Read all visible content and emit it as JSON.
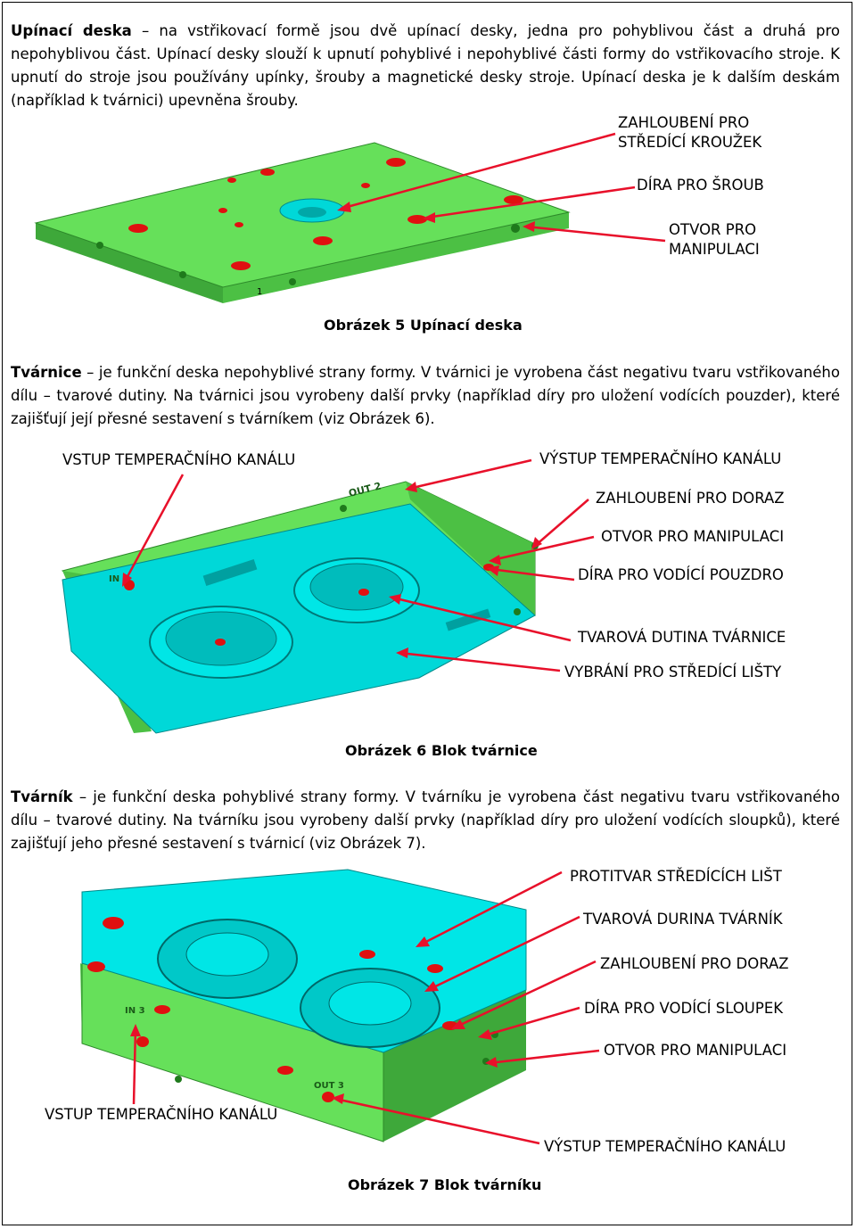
{
  "section1": {
    "term": "Upínací deska",
    "text": " – na vstřikovací formě jsou dvě upínací desky, jedna pro pohyblivou část a druhá pro nepohyblivou část. Upínací desky slouží k upnutí pohyblivé i nepohyblivé části formy do vstřikovacího stroje. K upnutí do stroje jsou používány upínky, šrouby a magnetické desky stroje. Upínací deska je k dalším deskám (například k tvárnici) upevněna šrouby."
  },
  "figure5": {
    "caption": "Obrázek 5 Upínací deska",
    "labels": {
      "recess_line1": "ZAHLOUBENÍ PRO",
      "recess_line2": "STŘEDÍCÍ KROUŽEK",
      "screw_hole": "DÍRA PRO ŠROUB",
      "handling_line1": "OTVOR PRO",
      "handling_line2": "MANIPULACI"
    },
    "part_marks": {
      "number": "1"
    }
  },
  "section2": {
    "term": "Tvárnice",
    "text": " – je funkční deska nepohyblivé strany formy. V tvárnici je vyrobena část negativu tvaru vstřikovaného dílu – tvarové dutiny. Na tvárnici jsou vyrobeny další prvky (například díry pro uložení vodících pouzder), které zajišťují její přesné sestavení s tvárníkem (viz Obrázek 6)."
  },
  "figure6": {
    "caption": "Obrázek 6 Blok tvárnice",
    "labels": {
      "inlet": "VSTUP TEMPERAČNÍHO KANÁLU",
      "outlet": "VÝSTUP TEMPERAČNÍHO KANÁLU",
      "stop_recess": "ZAHLOUBENÍ PRO DORAZ",
      "handling": "OTVOR PRO MANIPULACI",
      "bushing_hole": "DÍRA PRO VODÍCÍ POUZDRO",
      "cavity": "TVAROVÁ DUTINA TVÁRNICE",
      "slot": "VYBRÁNÍ PRO STŘEDÍCÍ LIŠTY"
    },
    "part_marks": {
      "out": "OUT 2",
      "in": "IN 2"
    }
  },
  "section3": {
    "term": "Tvárník",
    "text": " – je funkční deska pohyblivé strany formy. V tvárníku je vyrobena část negativu tvaru vstřikovaného dílu – tvarové dutiny. Na tvárníku jsou vyrobeny další prvky (například díry pro uložení vodících sloupků), které zajišťují jeho přesné sestavení s tvárnicí (viz Obrázek 7)."
  },
  "figure7": {
    "caption": "Obrázek 7 Blok tvárníku",
    "labels": {
      "counter_bars": "PROTITVAR STŘEDÍCÍCH LIŠT",
      "cavity": "TVAROVÁ DURINA TVÁRNÍK",
      "stop_recess": "ZAHLOUBENÍ PRO DORAZ",
      "pillar_hole": "DÍRA PRO VODÍCÍ SLOUPEK",
      "handling": "OTVOR PRO MANIPULACI",
      "inlet": "VSTUP TEMPERAČNÍHO KANÁLU",
      "outlet": "VÝSTUP TEMPERAČNÍHO KANÁLU"
    },
    "part_marks": {
      "in": "IN 3",
      "out": "OUT 3"
    }
  },
  "colors": {
    "plate_green": "#66e05a",
    "plate_dark": "#3ea83a",
    "cyan": "#00e6e6",
    "cyan_dark": "#00b0b0",
    "hole_red": "#e01010",
    "arrow_red": "#e8102a"
  }
}
